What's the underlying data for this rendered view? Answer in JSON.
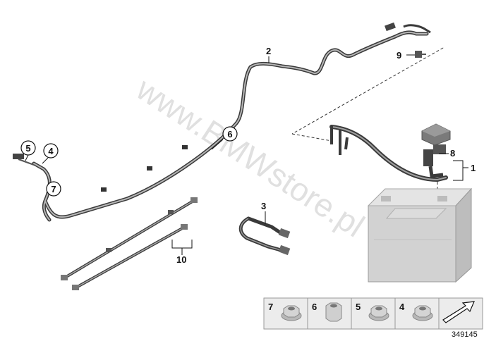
{
  "watermark": "www.BMWstore.pl",
  "diagram_id": "349145",
  "callouts": {
    "c1": "1",
    "c2": "2",
    "c3": "3",
    "c4": "4",
    "c5": "5",
    "c6": "6",
    "c7": "7",
    "c8": "8",
    "c9": "9",
    "c10": "10"
  },
  "legend": {
    "cells": [
      {
        "number": "7",
        "part": "hex-flange-nut"
      },
      {
        "number": "6",
        "part": "hex-nut-tall"
      },
      {
        "number": "5",
        "part": "hex-flange-nut"
      },
      {
        "number": "4",
        "part": "hex-flange-nut"
      }
    ],
    "arrow_icon": "reference-arrow-icon"
  },
  "colors": {
    "cable": "#3a3a3a",
    "cable_highlight": "#9a9a9a",
    "battery_body": "#cfcfcf",
    "legend_bg": "#ededed",
    "watermark": "#c8c8c8"
  }
}
